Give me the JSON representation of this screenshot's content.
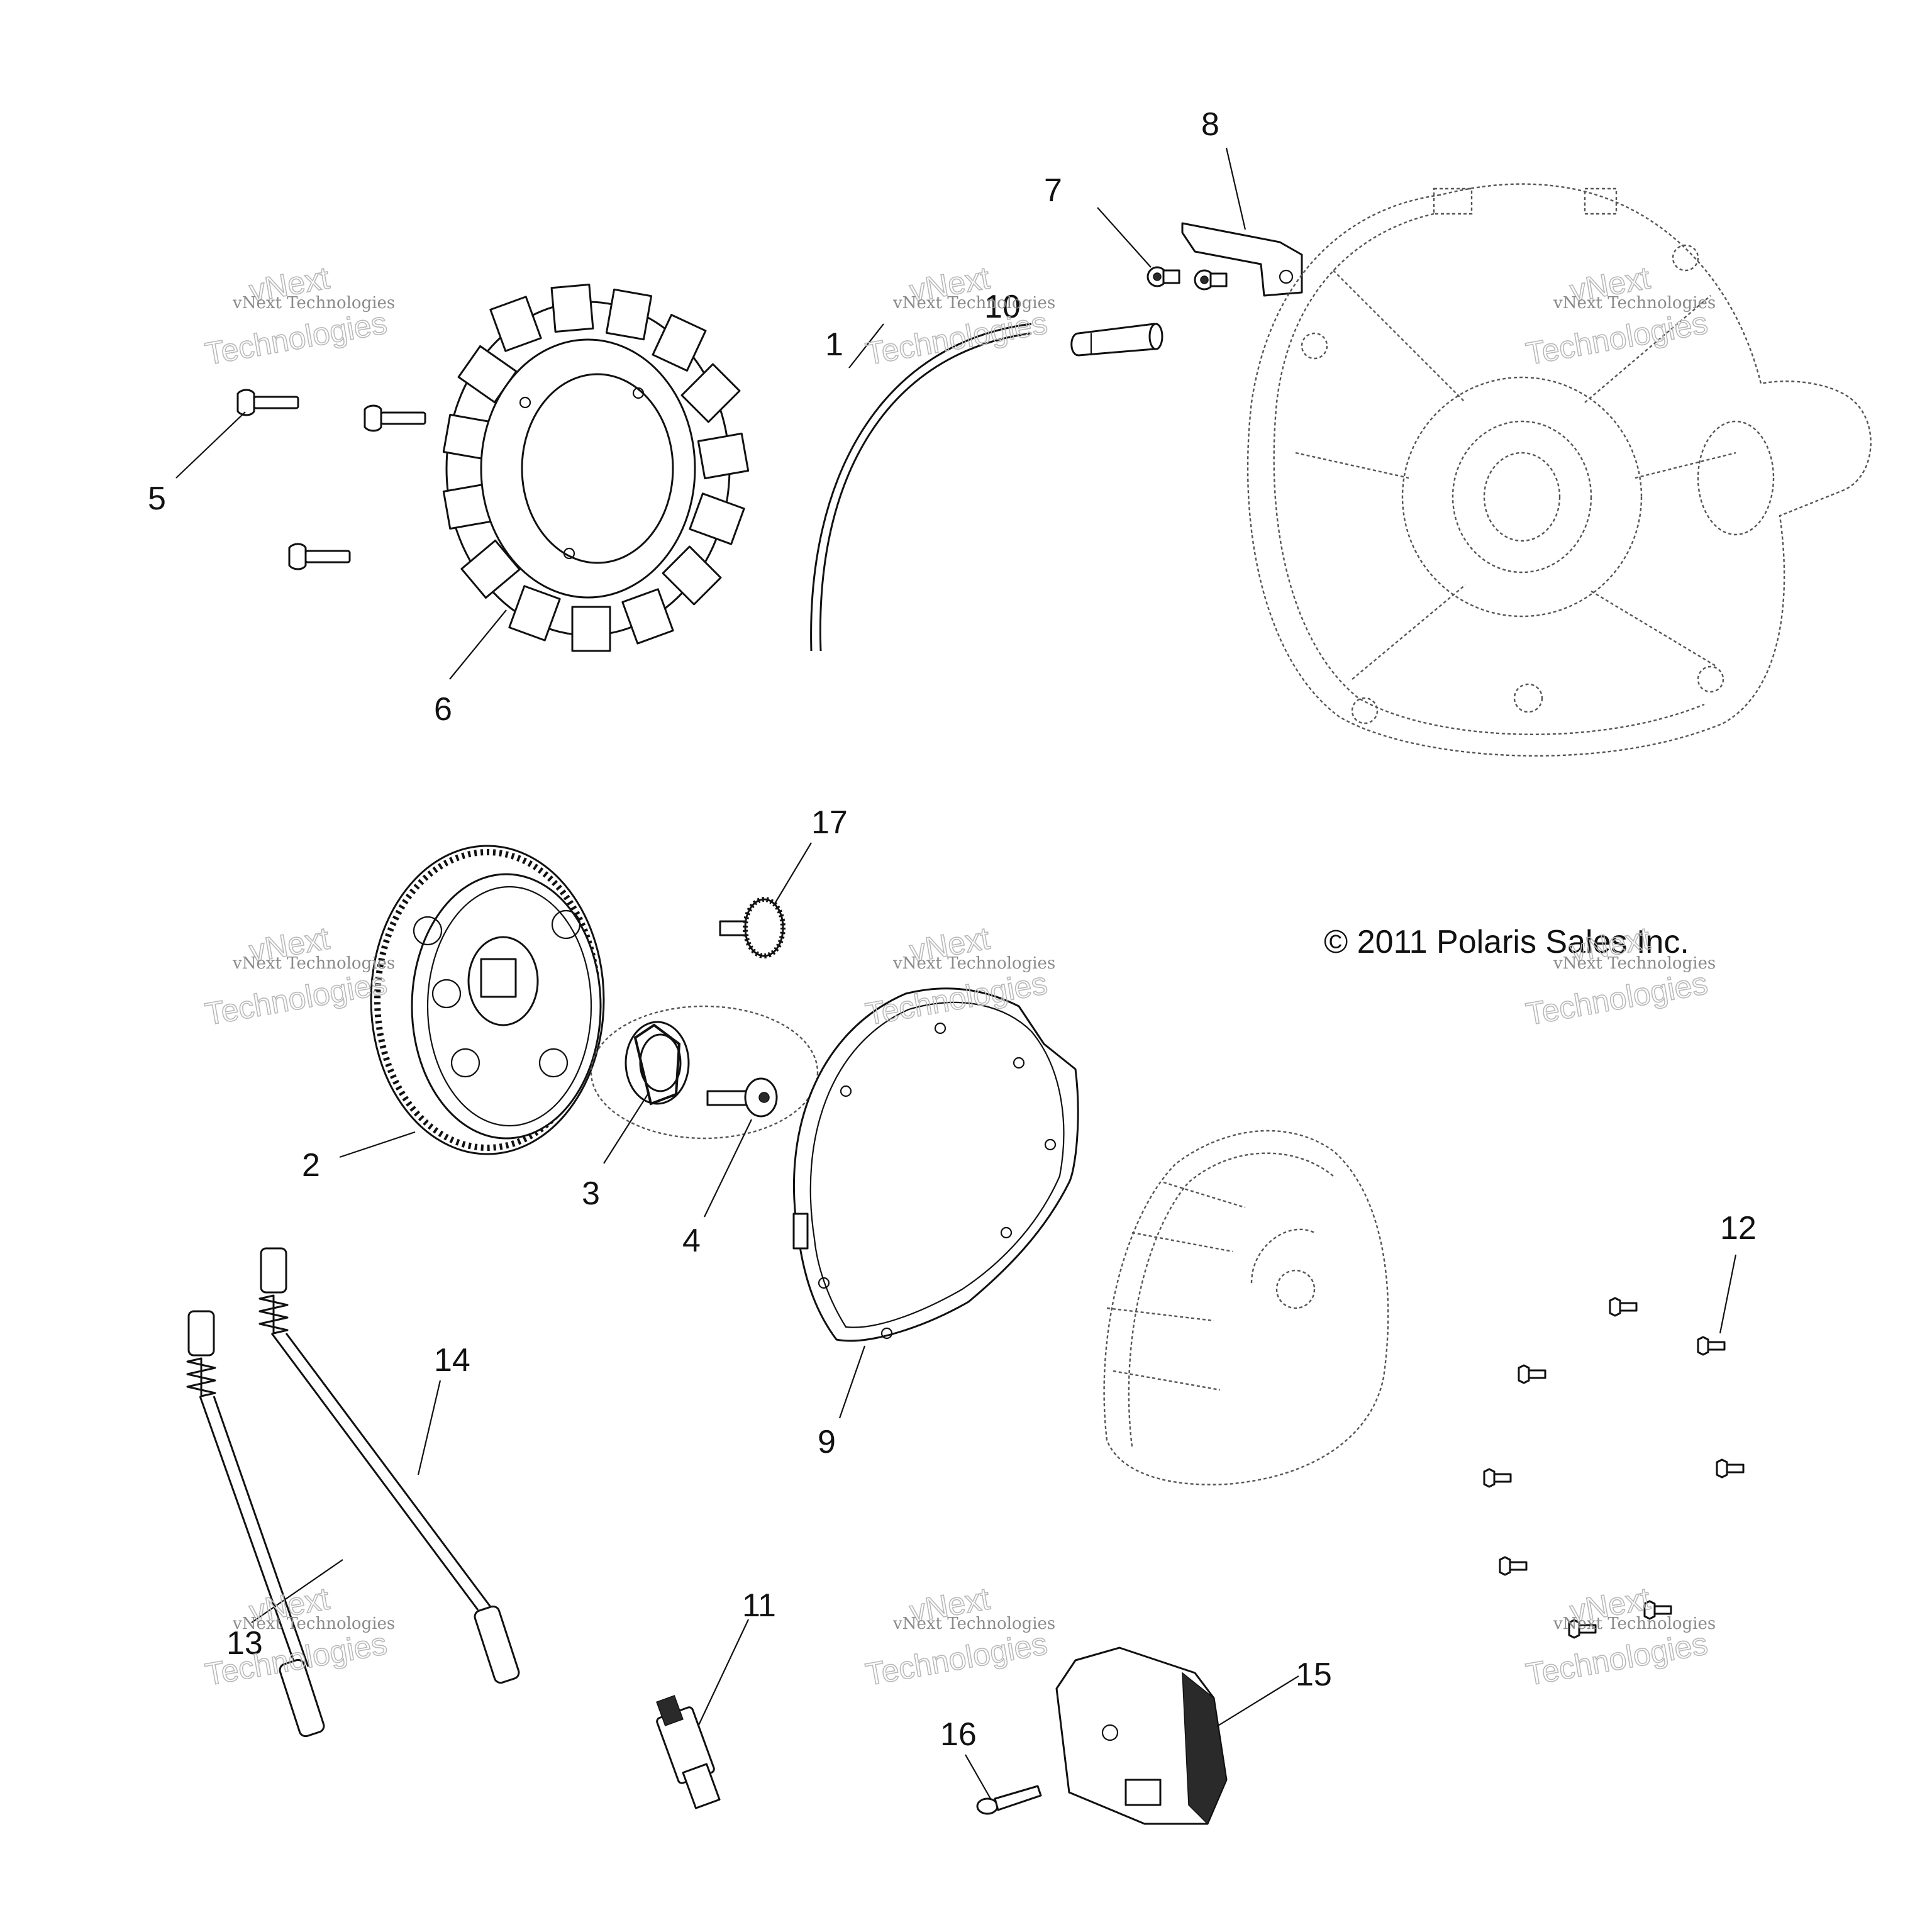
{
  "copyright": "© 2011 Polaris Sales Inc.",
  "callouts": {
    "c1": "1",
    "c2": "2",
    "c3": "3",
    "c4": "4",
    "c5": "5",
    "c6": "6",
    "c7": "7",
    "c8": "8",
    "c9": "9",
    "c10": "10",
    "c11": "11",
    "c12": "12",
    "c13": "13",
    "c14": "14",
    "c15": "15",
    "c16": "16",
    "c17": "17"
  },
  "watermark": {
    "brand": "vNext",
    "line1": "vNext Technologies",
    "line2": "Technologies"
  }
}
